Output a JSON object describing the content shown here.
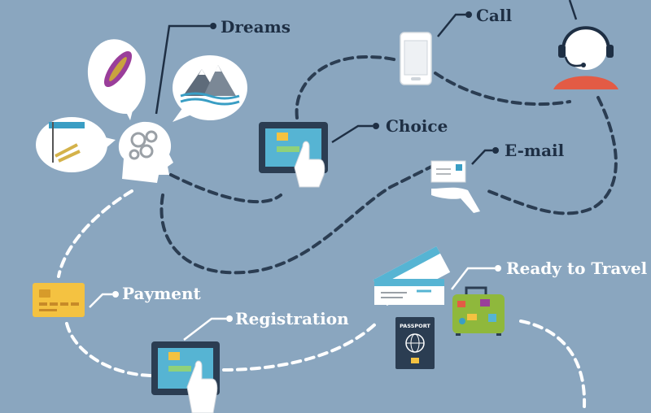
{
  "steps": {
    "dreams": "Dreams",
    "call": "Call",
    "choice": "Choice",
    "email": "E-mail",
    "payment": "Payment",
    "registration": "Registration",
    "ready": "Ready to Travel"
  },
  "passport_text": "PASSPORT",
  "colors": {
    "background": "#8aa6bf",
    "path_dark": "#2b3d52",
    "path_light": "#ffffff",
    "label": "#1e2f44"
  },
  "icons": [
    "head-gears-icon",
    "surfboard-bubble-icon",
    "mountains-bubble-icon",
    "beach-bubble-icon",
    "smartphone-icon",
    "operator-headset-icon",
    "tablet-touch-icon",
    "email-hand-icon",
    "credit-card-icon",
    "tablet-registration-icon",
    "plane-tickets-icon",
    "passport-icon",
    "suitcase-icon"
  ]
}
